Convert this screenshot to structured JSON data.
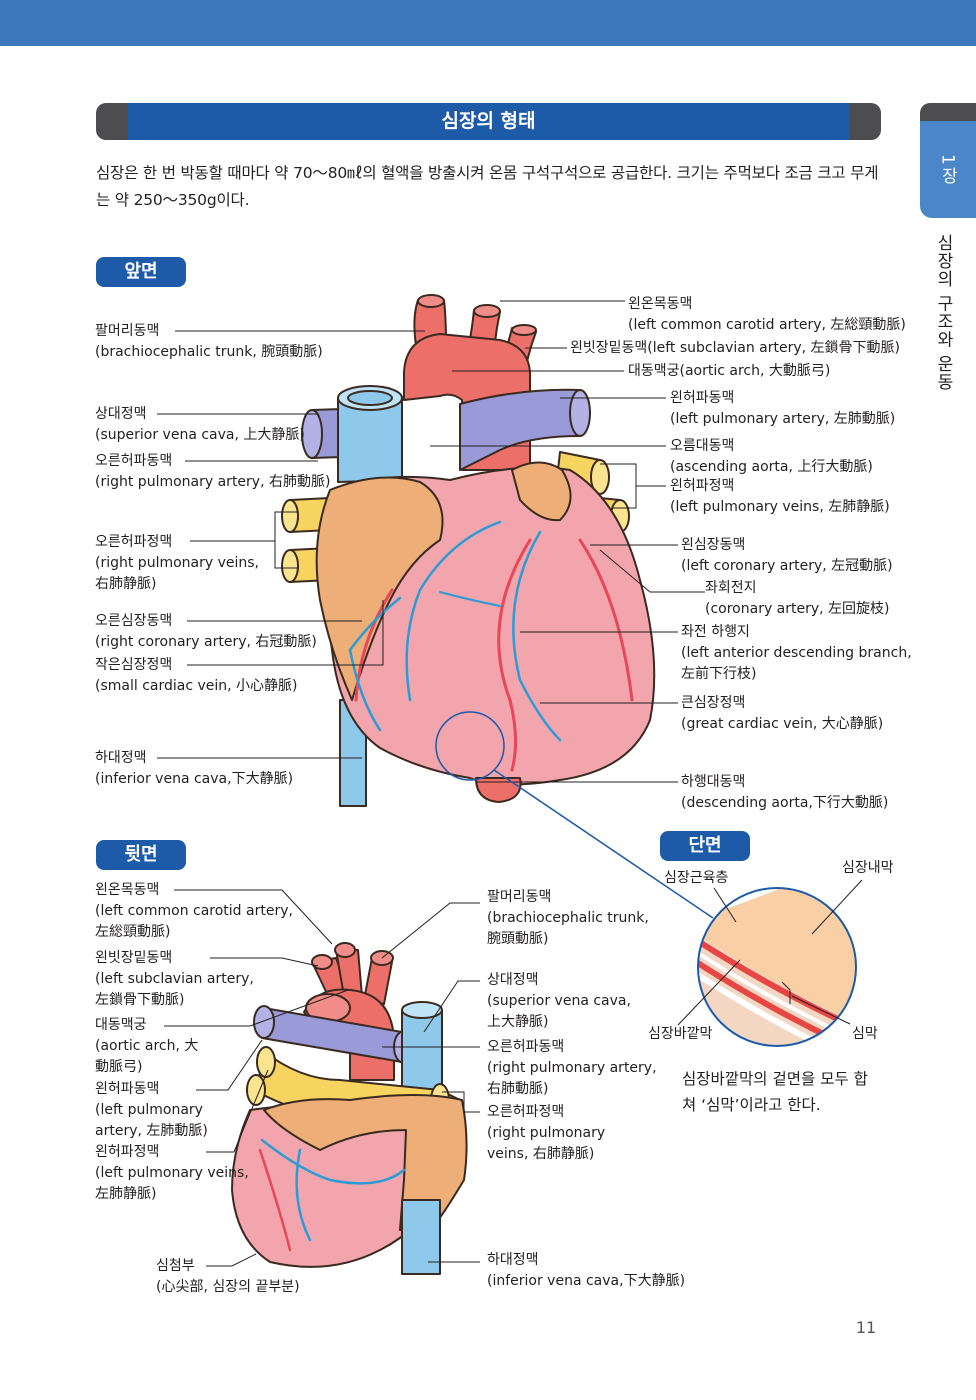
{
  "header": {
    "title": "심장의 형태"
  },
  "chapter_tab": {
    "label": "1장",
    "section": "심장의 구조와 운동"
  },
  "intro": "심장은 한 번 박동할 때마다 약 70～80㎖의 혈액을 방출시켜 온몸 구석구석으로 공급한다. 크기는 주먹보다 조금 크고 무게는 약 250～350g이다.",
  "front": {
    "badge": "앞면",
    "left_labels": [
      {
        "name": "팔머리동맥",
        "detail": "(brachiocephalic trunk, 腕頭動脈)"
      },
      {
        "name": "상대정맥",
        "detail": "(superior vena cava, 上大静脈)"
      },
      {
        "name": "오른허파동맥",
        "detail": "(right pulmonary artery, 右肺動脈)"
      },
      {
        "name": "오른허파정맥",
        "detail": "(right pulmonary veins,",
        "detail2": "右肺静脈)"
      },
      {
        "name": "오른심장동맥",
        "detail": "(right coronary artery, 右冠動脈)"
      },
      {
        "name": "작은심장정맥",
        "detail": "(small cardiac vein, 小心静脈)"
      },
      {
        "name": "하대정맥",
        "detail": "(inferior vena cava,下大静脈)"
      }
    ],
    "right_labels": [
      {
        "name": "왼온목동맥",
        "detail": "(left common carotid artery, 左総頸動脈)"
      },
      {
        "name": "왼빗장밑동맥(left subclavian artery, 左鎖骨下動脈)"
      },
      {
        "name": "대동맥궁(aortic arch, 大動脈弓)"
      },
      {
        "name": "왼허파동맥",
        "detail": "(left pulmonary artery, 左肺動脈)"
      },
      {
        "name": "오름대동맥",
        "detail": "(ascending aorta, 上行大動脈)"
      },
      {
        "name": "왼허파정맥",
        "detail": "(left pulmonary veins, 左肺静脈)"
      },
      {
        "name": "왼심장동맥",
        "detail": "(left coronary artery, 左冠動脈)"
      },
      {
        "name": "좌회전지",
        "detail": "(coronary artery, 左回旋枝)"
      },
      {
        "name": "좌전 하행지",
        "detail": "(left anterior descending branch,",
        "detail2": "左前下行枝)"
      },
      {
        "name": "큰심장정맥",
        "detail": "(great cardiac vein, 大心静脈)"
      },
      {
        "name": "하행대동맥",
        "detail": "(descending aorta,下行大動脈)"
      }
    ]
  },
  "back": {
    "badge": "뒷면",
    "left_labels": [
      {
        "name": "왼온목동맥",
        "detail": "(left common carotid artery,",
        "detail2": "左総頸動脈)"
      },
      {
        "name": "왼빗장밑동맥",
        "detail": "(left subclavian artery,",
        "detail2": "左鎖骨下動脈)"
      },
      {
        "name": "대동맥궁",
        "detail": "(aortic arch, 大",
        "detail2": "動脈弓)"
      },
      {
        "name": "왼허파동맥",
        "detail": "(left pulmonary",
        "detail2": "artery, 左肺動脈)"
      },
      {
        "name": "왼허파정맥",
        "detail": "(left pulmonary veins,",
        "detail2": "左肺静脈)"
      },
      {
        "name": "심첨부",
        "detail": "(心尖部, 심장의 끝부분)"
      }
    ],
    "right_labels": [
      {
        "name": "팔머리동맥",
        "detail": "(brachiocephalic trunk,",
        "detail2": "腕頭動脈)"
      },
      {
        "name": "상대정맥",
        "detail": "(superior vena cava,",
        "detail2": "上大静脈)"
      },
      {
        "name": "오른허파동맥",
        "detail": "(right pulmonary artery,",
        "detail2": "右肺動脈)"
      },
      {
        "name": "오른허파정맥",
        "detail": "(right pulmonary",
        "detail2": "veins, 右肺静脈)"
      },
      {
        "name": "하대정맥",
        "detail": "(inferior vena cava,下大静脈)"
      }
    ]
  },
  "section": {
    "badge": "단면",
    "labels": {
      "myocardium": "심장근육층",
      "endocardium": "심장내막",
      "epicardium": "심장바깥막",
      "pericardium": "심막"
    },
    "note": "심장바깥막의 겉면을 모두 합쳐 ‘심막’이라고 한다."
  },
  "page_number": "11",
  "colors": {
    "primary_blue": "#1d5aa8",
    "top_strip": "#3d78bd",
    "dark_grey": "#4d4d4f",
    "artery_red": "#ec6f6a",
    "vein_blue": "#8ec9ec",
    "pulmonary_purple": "#9a9ad8",
    "fat_orange": "#eeae78",
    "muscle_pink": "#f2a5ad",
    "pulmonary_vein_yellow": "#f7d35f"
  }
}
